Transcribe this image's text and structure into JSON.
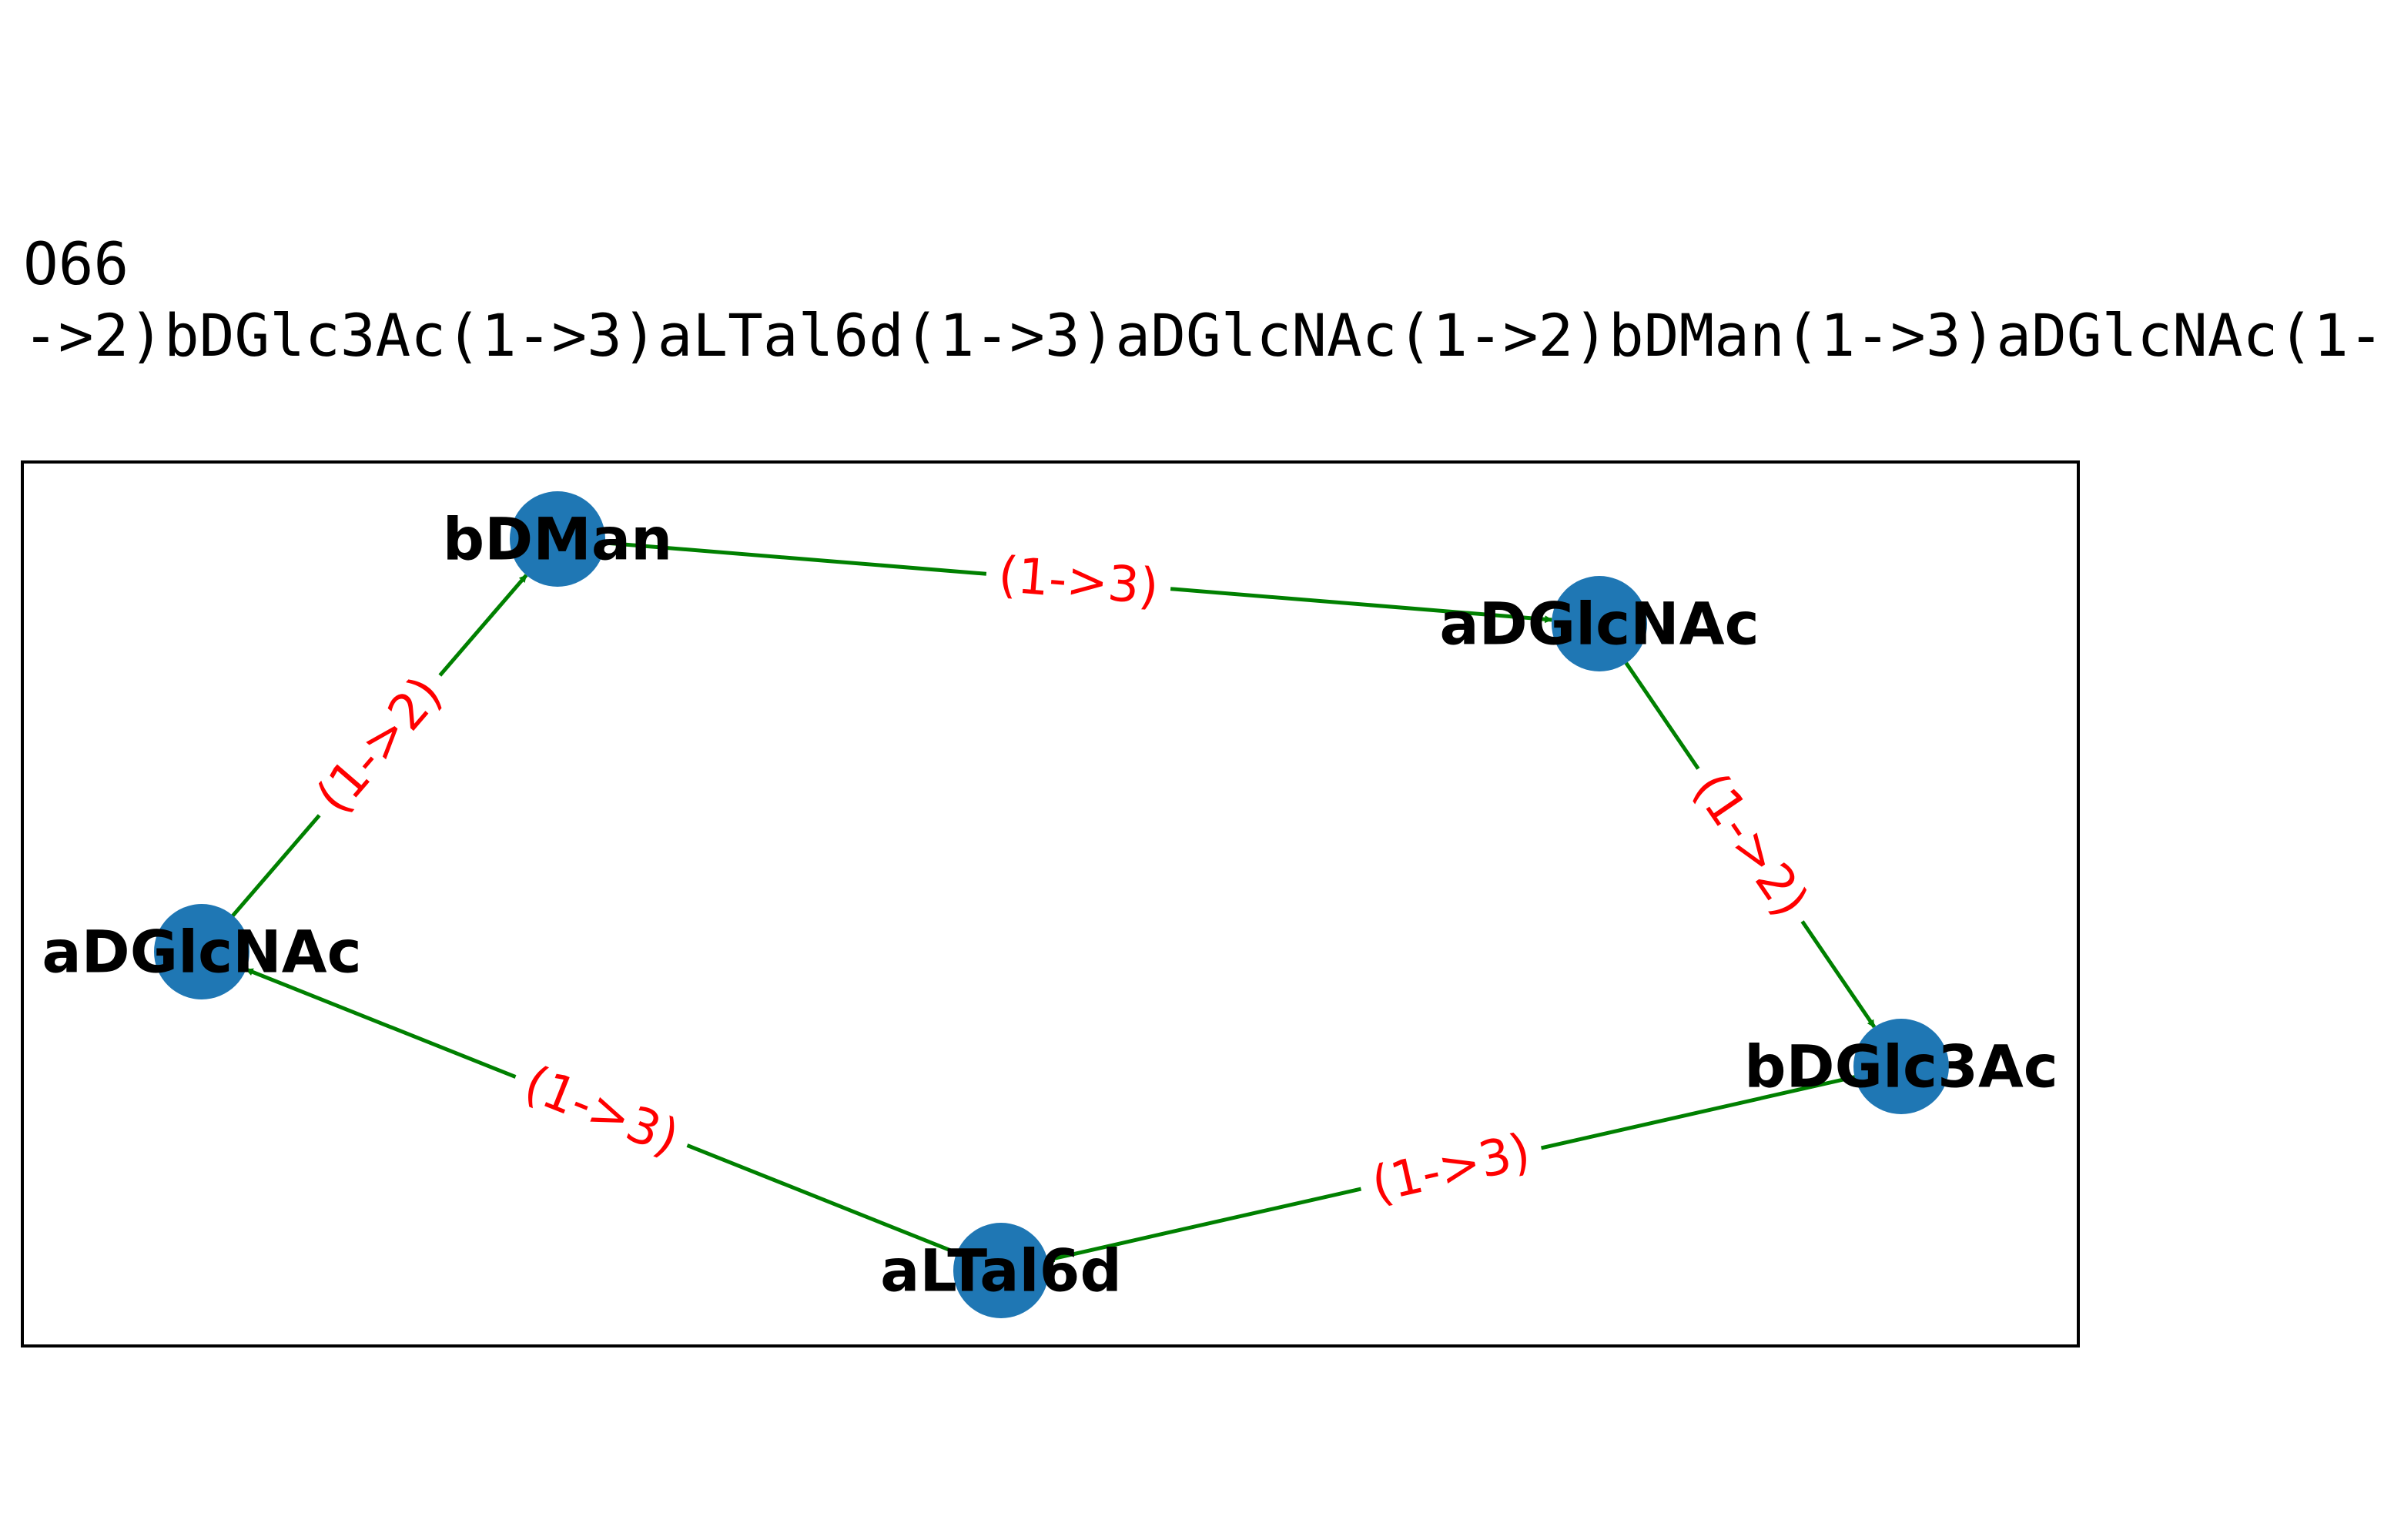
{
  "title": {
    "line1": "O66",
    "line2": "->2)bDGlc3Ac(1->3)aLTal6d(1->3)aDGlcNAc(1->2)bDMan(1->3)aDGlcNAc(1-"
  },
  "colors": {
    "node": "#1f77b4",
    "edge": "#008000",
    "edge_label": "#ff0000",
    "frame": "#000000"
  },
  "nodes": [
    {
      "id": "n1",
      "label": "bDMan"
    },
    {
      "id": "n2",
      "label": "aDGlcNAc"
    },
    {
      "id": "n3",
      "label": "bDGlc3Ac"
    },
    {
      "id": "n4",
      "label": "aLTal6d"
    },
    {
      "id": "n5",
      "label": "aDGlcNAc"
    }
  ],
  "edges": [
    {
      "from": "n1",
      "to": "n2",
      "label": "(1->3)"
    },
    {
      "from": "n2",
      "to": "n3",
      "label": "(1->2)"
    },
    {
      "from": "n3",
      "to": "n4",
      "label": "(1->3)"
    },
    {
      "from": "n4",
      "to": "n5",
      "label": "(1->3)"
    },
    {
      "from": "n5",
      "to": "n1",
      "label": "(1->2)"
    }
  ]
}
